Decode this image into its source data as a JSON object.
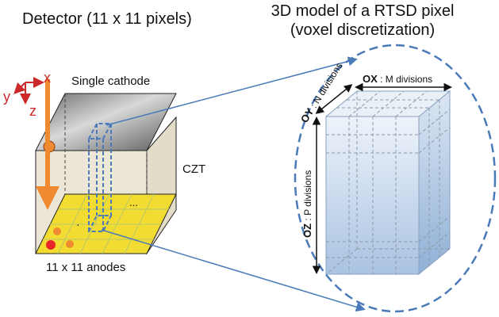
{
  "left_title": "Detector (11 x 11 pixels)",
  "right_title_line1": "3D model of a RTSD pixel",
  "right_title_line2": "(voxel discretization)",
  "cathode_label": "Single cathode",
  "material_label": "CZT",
  "anodes_label": "11 x 11 anodes",
  "axes": {
    "x": "x",
    "y": "y",
    "z": "z"
  },
  "dots_a": "...",
  "dots_b": "·",
  "ox": {
    "bold": "OX",
    "rest": " : M divisions"
  },
  "oy": {
    "bold": "OY",
    "rest": " : N divisions"
  },
  "oz": {
    "bold": "OZ",
    "rest": " : P divisions"
  },
  "colors": {
    "axis_red": "#cc2a2a",
    "arrow_orange": "#f08a30",
    "anode_yellow": "#f3dc32",
    "dashed_blue": "#4a7ab8",
    "voxel_blue": "#b9cfe6"
  }
}
